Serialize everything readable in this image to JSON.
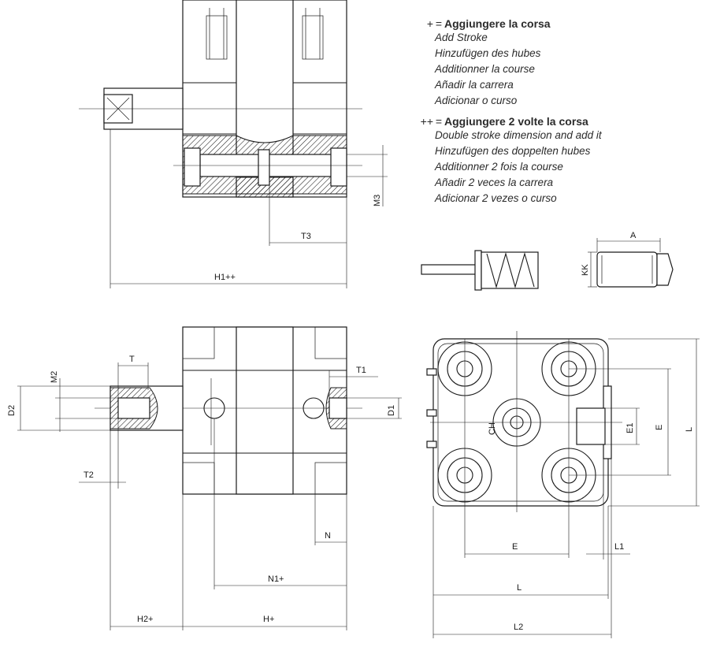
{
  "legend": {
    "stroke": {
      "symbol": "+",
      "equals": "=",
      "title": "Aggiungere la corsa",
      "translations": [
        "Add Stroke",
        "Hinzufügen des hubes",
        "Additionner la course",
        "Añadir la carrera",
        "Adicionar o curso"
      ]
    },
    "double_stroke": {
      "symbol": "++",
      "equals": "=",
      "title": "Aggiungere 2 volte la corsa",
      "translations": [
        "Double stroke dimension and add it",
        "Hinzufügen des doppelten hubes",
        "Additionner 2 fois la course",
        "Añadir 2 veces la carrera",
        "Adicionar 2 vezes o curso"
      ]
    }
  },
  "dims": {
    "M3": "M3",
    "T3": "T3",
    "H1": "H1++",
    "A": "A",
    "KK": "KK",
    "T": "T",
    "M2": "M2",
    "D2": "D2",
    "T1": "T1",
    "D1": "D1",
    "T2": "T2",
    "N": "N",
    "N1": "N1+",
    "H2": "H2+",
    "H": "H+",
    "CH": "CH",
    "E1": "E1",
    "E_side": "E",
    "L_side": "L",
    "E_bottom": "E",
    "L1": "L1",
    "L_bottom": "L",
    "L2": "L2"
  }
}
